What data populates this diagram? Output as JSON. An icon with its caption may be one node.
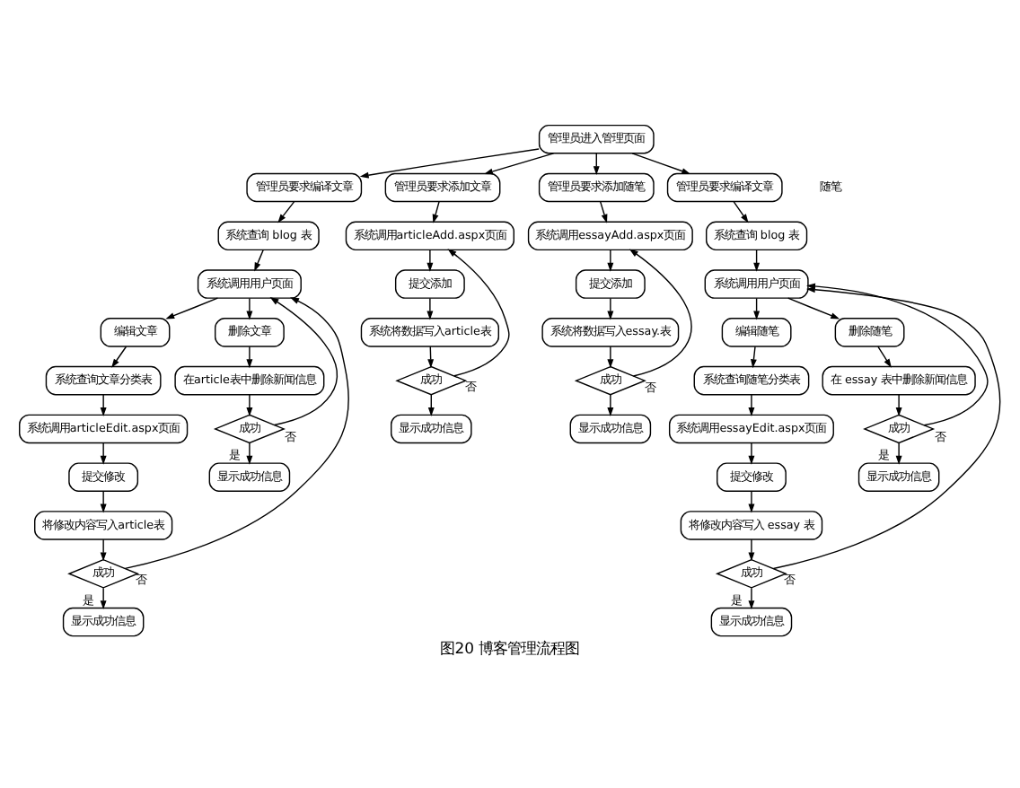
{
  "diagram": {
    "caption": "图20 博客管理流程图",
    "nodes": [
      {
        "text": [
          "管理员进入管理页面"
        ]
      },
      {
        "text": [
          "管理员要求编译文章"
        ]
      },
      {
        "text": [
          "系统查询 blog 表"
        ]
      },
      {
        "text": [
          "系统调用用户页面"
        ]
      },
      {
        "text": [
          "编辑文章"
        ]
      },
      {
        "text": [
          "删除文章"
        ]
      },
      {
        "text": [
          "系统查询文章分类表"
        ]
      },
      {
        "text": [
          "在article表中删除新闻信息"
        ]
      },
      {
        "text": [
          "成功"
        ]
      },
      {
        "text": [
          "显示成功信息"
        ]
      },
      {
        "text": [
          "系统调用articleEdit.aspx页面"
        ]
      },
      {
        "text": [
          "提交修改"
        ]
      },
      {
        "text": [
          "将修改内容写入article表"
        ]
      },
      {
        "text": [
          "成功"
        ]
      },
      {
        "text": [
          "显示成功信息"
        ]
      },
      {
        "text": [
          "管理员要求添加文章"
        ]
      },
      {
        "text": [
          "系统调用articleAdd.aspx页面"
        ]
      },
      {
        "text": [
          "提交添加"
        ]
      },
      {
        "text": [
          "系统将数据写入article表"
        ]
      },
      {
        "text": [
          "成功"
        ]
      },
      {
        "text": [
          "显示成功信息"
        ]
      },
      {
        "text": [
          "管理员要求添加随笔"
        ]
      },
      {
        "text": [
          "系统调用essayAdd.aspx页面"
        ]
      },
      {
        "text": [
          "提交添加"
        ]
      },
      {
        "text": [
          "系统将数据写入essay.表"
        ]
      },
      {
        "text": [
          "成功"
        ]
      },
      {
        "text": [
          "显示成功信息"
        ]
      },
      {
        "text": [
          "管理员要求编译文章"
        ]
      },
      {
        "text": [
          "系统查询 blog 表"
        ]
      },
      {
        "text": [
          "系统调用用户页面"
        ]
      },
      {
        "text": [
          "编辑随笔"
        ]
      },
      {
        "text": [
          "删除随笔"
        ]
      },
      {
        "text": [
          "系统查询随笔分类表"
        ]
      },
      {
        "text": [
          "在 essay 表中删除新闻信息"
        ]
      },
      {
        "text": [
          "成功"
        ]
      },
      {
        "text": [
          "显示成功信息"
        ]
      },
      {
        "text": [
          "系统调用essayEdit.aspx页面"
        ]
      },
      {
        "text": [
          "提交修改"
        ]
      },
      {
        "text": [
          "将修改内容写入 essay 表"
        ]
      },
      {
        "text": [
          "成功"
        ]
      },
      {
        "text": [
          "显示成功信息"
        ]
      }
    ],
    "edges": [
      {
        "from": 0,
        "to": 1,
        "arrow": "to"
      },
      {
        "from": 0,
        "to": 15,
        "arrow": "to"
      },
      {
        "from": 0,
        "to": 21,
        "arrow": "to"
      },
      {
        "from": 0,
        "to": 27,
        "arrow": "to"
      },
      {
        "from": 1,
        "to": 2,
        "arrow": "to"
      },
      {
        "from": 2,
        "to": 3,
        "arrow": "to"
      },
      {
        "from": 3,
        "to": 4,
        "arrow": "to"
      },
      {
        "from": 3,
        "to": 5,
        "arrow": "to"
      },
      {
        "from": 4,
        "to": 6,
        "arrow": "to"
      },
      {
        "from": 5,
        "to": 7,
        "arrow": "to"
      },
      {
        "from": 7,
        "to": 8,
        "arrow": "to"
      },
      {
        "from": 8,
        "to": 3,
        "arrow": "to",
        "label": "否"
      },
      {
        "from": 8,
        "to": 9,
        "arrow": "to",
        "label": "是"
      },
      {
        "from": 6,
        "to": 10,
        "arrow": "to"
      },
      {
        "from": 10,
        "to": 11,
        "arrow": "to"
      },
      {
        "from": 11,
        "to": 12,
        "arrow": "to"
      },
      {
        "from": 12,
        "to": 13,
        "arrow": "to"
      },
      {
        "from": 13,
        "to": 3,
        "arrow": "to",
        "label": "否"
      },
      {
        "from": 13,
        "to": 14,
        "arrow": "to",
        "label": "是"
      },
      {
        "from": 15,
        "to": 16,
        "arrow": "to"
      },
      {
        "from": 16,
        "to": 17,
        "arrow": "to"
      },
      {
        "from": 17,
        "to": 18,
        "arrow": "to"
      },
      {
        "from": 18,
        "to": 19,
        "arrow": "to"
      },
      {
        "from": 19,
        "to": 16,
        "arrow": "to",
        "label": "否"
      },
      {
        "from": 19,
        "to": 20,
        "arrow": "to"
      },
      {
        "from": 21,
        "to": 22,
        "arrow": "to"
      },
      {
        "from": 22,
        "to": 23,
        "arrow": "to"
      },
      {
        "from": 23,
        "to": 24,
        "arrow": "to"
      },
      {
        "from": 24,
        "to": 25,
        "arrow": "to"
      },
      {
        "from": 25,
        "to": 22,
        "arrow": "to",
        "label": "否"
      },
      {
        "from": 25,
        "to": 26,
        "arrow": "to"
      },
      {
        "from": 27,
        "to": 28,
        "arrow": "to"
      },
      {
        "from": 28,
        "to": 29,
        "arrow": "to"
      },
      {
        "from": 29,
        "to": 30,
        "arrow": "to"
      },
      {
        "from": 29,
        "to": 31,
        "arrow": "to"
      },
      {
        "from": 30,
        "to": 32,
        "arrow": "to"
      },
      {
        "from": 31,
        "to": 33,
        "arrow": "to"
      },
      {
        "from": 33,
        "to": 34,
        "arrow": "to"
      },
      {
        "from": 34,
        "to": 29,
        "arrow": "to",
        "label": "否"
      },
      {
        "from": 34,
        "to": 35,
        "arrow": "to",
        "label": "是"
      },
      {
        "from": 32,
        "to": 36,
        "arrow": "to"
      },
      {
        "from": 36,
        "to": 37,
        "arrow": "to"
      },
      {
        "from": 37,
        "to": 38,
        "arrow": "to"
      },
      {
        "from": 38,
        "to": 39,
        "arrow": "to"
      },
      {
        "from": 39,
        "to": 29,
        "arrow": "to",
        "label": "否"
      },
      {
        "from": 39,
        "to": 40,
        "arrow": "to",
        "label": "是"
      }
    ],
    "labels": [
      "随笔"
    ]
  }
}
